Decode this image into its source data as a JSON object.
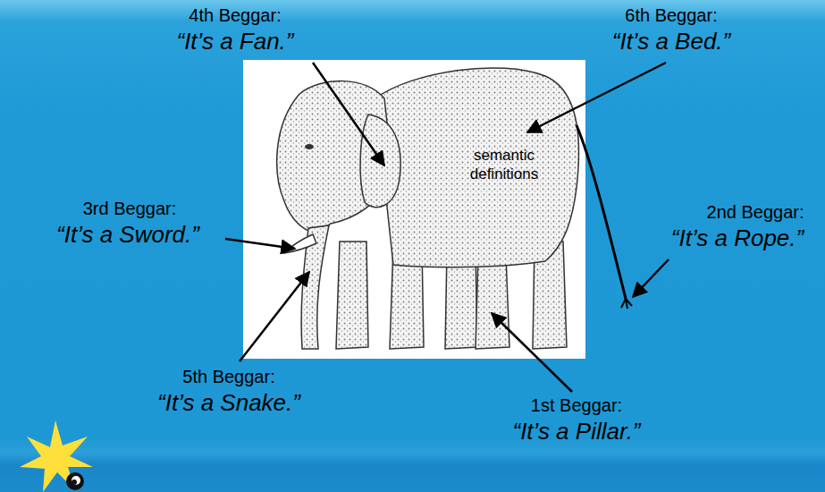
{
  "diagram": {
    "nodes": [
      {
        "text": [
          "semantic definitions"
        ]
      }
    ],
    "labels": [
      "4th Beggar:",
      "“It’s a Fan.”",
      "6th Beggar:",
      "“It’s a Bed.”",
      "3rd Beggar:",
      "“It’s a Sword.”",
      "2nd Beggar:",
      "“It’s a Rope.”",
      "5th Beggar:",
      "“It’s a Snake.”",
      "1st Beggar:",
      "“It’s a Pillar.”"
    ]
  }
}
